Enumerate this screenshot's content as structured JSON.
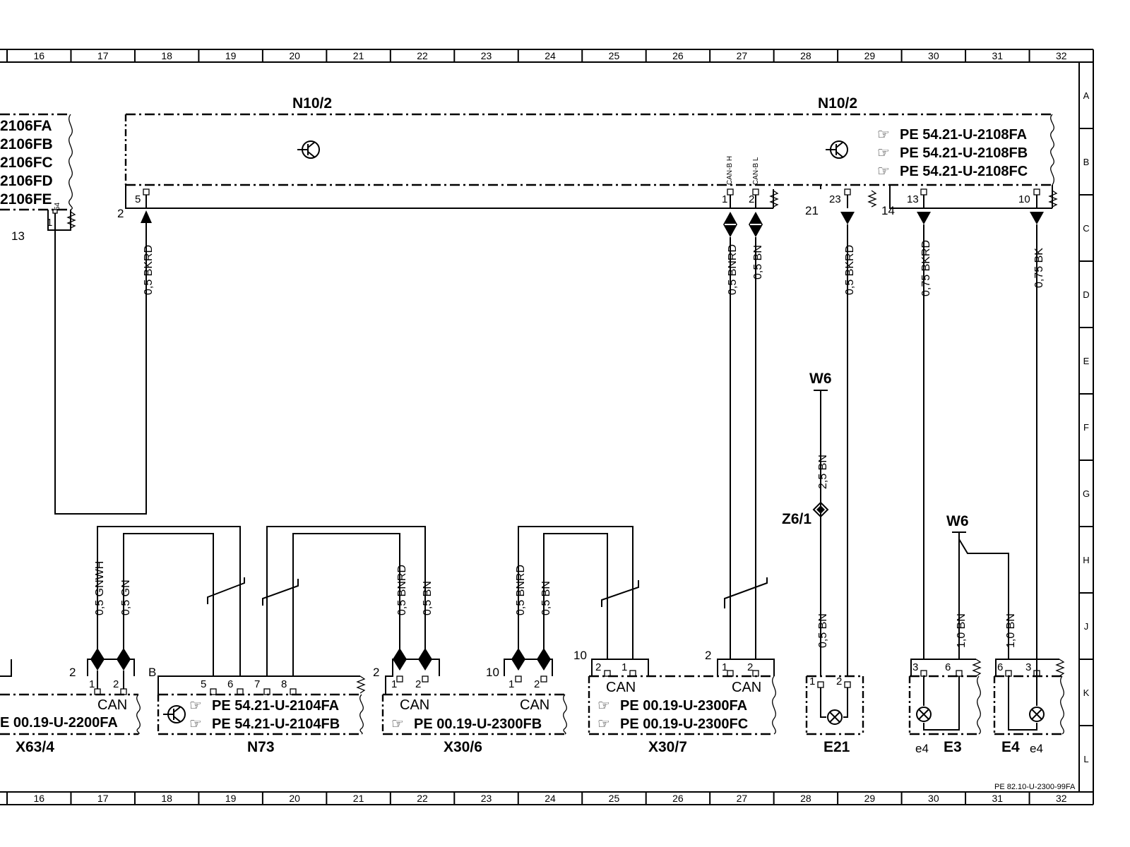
{
  "grid": {
    "columns": [
      "16",
      "17",
      "18",
      "19",
      "20",
      "21",
      "22",
      "23",
      "24",
      "25",
      "26",
      "27",
      "28",
      "29",
      "30",
      "31",
      "32"
    ],
    "rows": [
      "A",
      "B",
      "C",
      "D",
      "E",
      "F",
      "G",
      "H",
      "J",
      "K",
      "L"
    ]
  },
  "components": {
    "n10_2_left": "N10/2",
    "n10_2_right": "N10/2",
    "x63_4": "X63/4",
    "n73": "N73",
    "x30_6": "X30/6",
    "x30_7": "X30/7",
    "e21": "E21",
    "e4_a": "e4",
    "e3": "E3",
    "e4_b": "E4",
    "e4_c": "e4",
    "w6_top": "W6",
    "w6_mid": "W6",
    "z6_1": "Z6/1"
  },
  "refs": {
    "left_partial": [
      "2106FA",
      "2106FB",
      "2106FC",
      "2106FD",
      "2106FE"
    ],
    "n10_right": [
      "PE  54.21-U-2108FA",
      "PE  54.21-U-2108FB",
      "PE  54.21-U-2108FC"
    ],
    "x63": "E  00.19-U-2200FA",
    "n73": [
      "PE  54.21-U-2104FA",
      "PE  54.21-U-2104FB"
    ],
    "x30_6": "PE  00.19-U-2300FB",
    "x30_7": [
      "PE  00.19-U-2300FA",
      "PE  00.19-U-2300FC"
    ]
  },
  "pins": {
    "n_54": "54",
    "n_1": "1",
    "n_13": "13",
    "n_2a": "2",
    "n_5": "5",
    "n_can1": "1",
    "n_can2": "2",
    "n_21": "21",
    "n_23": "23",
    "n_14": "14",
    "n_13b": "13",
    "n_10": "10",
    "canbh": "CAN-B H",
    "canbl": "CAN-B L",
    "x63_2": "2",
    "x63_1": "1",
    "x63_p2": "2",
    "n73_b": "B",
    "n73_5": "5",
    "n73_6": "6",
    "n73_7": "7",
    "n73_8": "8",
    "x306_2": "2",
    "x306_1a": "1",
    "x306_2a": "2",
    "x306_10": "10",
    "x306_1b": "1",
    "x306_2b": "2",
    "x307_10": "10",
    "x307_2a": "2",
    "x307_1a": "1",
    "x307_2": "2",
    "x307_1b": "1",
    "x307_2b": "2",
    "e21_1": "1",
    "e21_2": "2",
    "e3_3": "3",
    "e3_6": "6",
    "e4_6": "6",
    "e4_3": "3"
  },
  "can_label": "CAN",
  "wires": {
    "w_bkrd_left": "0,5  BKRD",
    "w_bnrd_can": "0,5  BNRD",
    "w_bn_can": "0,5  BN",
    "w_bkrd_21": "0,5  BKRD",
    "w_bkrd_13": "0,75  BKRD",
    "w_bk_10": "0,75  BK",
    "w_gnwh": "0,5  GNWH",
    "w_gn": "0,5  GN",
    "w_bnrd_x306a": "0,5  BNRD",
    "w_bn_x306a": "0,5  BN",
    "w_bnrd_x306b": "0,5  BNRD",
    "w_bn_x306b": "0,5  BN",
    "w_25bn": "2,5  BN",
    "w_05bn_e21": "0,5  BN",
    "w_10bn_e3": "1,0  BN",
    "w_10bn_e4": "1,0  BN"
  },
  "footer_ref": "PE 82.10-U-2300-99FA"
}
